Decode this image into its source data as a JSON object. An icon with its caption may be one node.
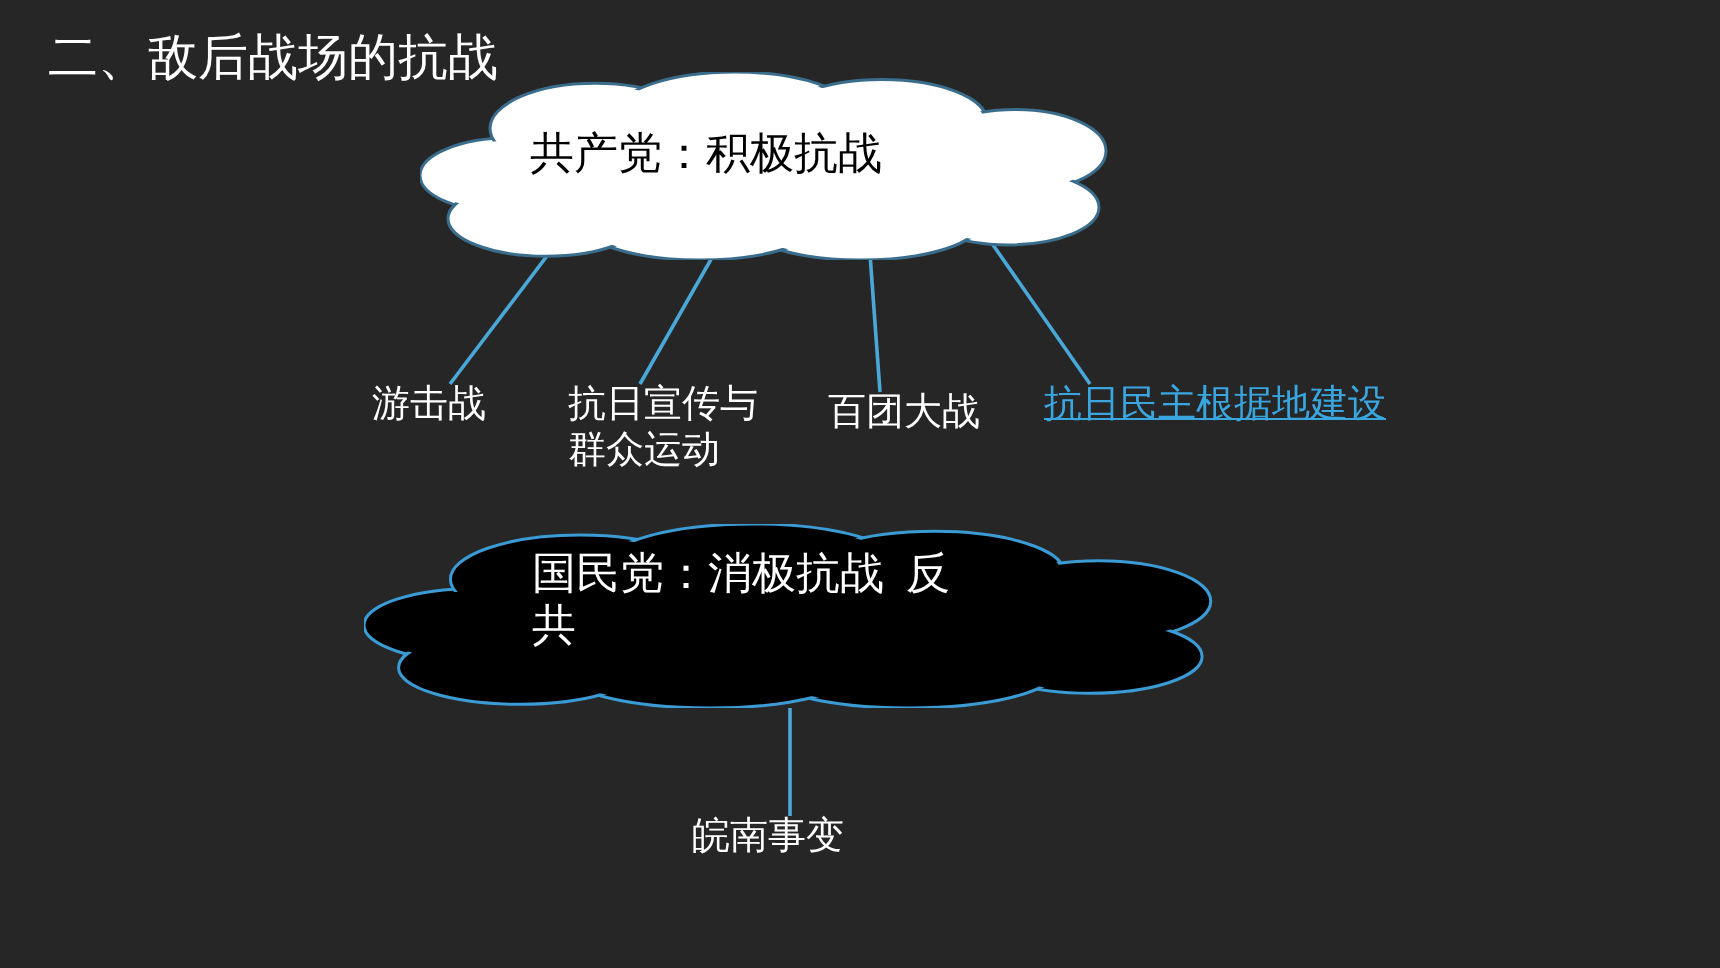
{
  "diagram": {
    "title": "二、敌后战场的抗战",
    "nodes": [
      {
        "text": [
          "共产党：积极抗战"
        ]
      },
      {
        "text": [
          "游击战"
        ]
      },
      {
        "text": [
          "抗日宣传与群众运动"
        ]
      },
      {
        "text": [
          "百团大战"
        ]
      },
      {
        "text": [
          "抗日民主根据地建设"
        ]
      },
      {
        "text": [
          "国民党：消极抗战  反共"
        ]
      },
      {
        "text": [
          "皖南事变"
        ]
      }
    ],
    "edges": [
      {
        "from": 0,
        "to": 1,
        "arrow": "none"
      },
      {
        "from": 0,
        "to": 2,
        "arrow": "none"
      },
      {
        "from": 0,
        "to": 3,
        "arrow": "none"
      },
      {
        "from": 0,
        "to": 4,
        "arrow": "none"
      },
      {
        "from": 5,
        "to": 6,
        "arrow": "none"
      }
    ]
  }
}
